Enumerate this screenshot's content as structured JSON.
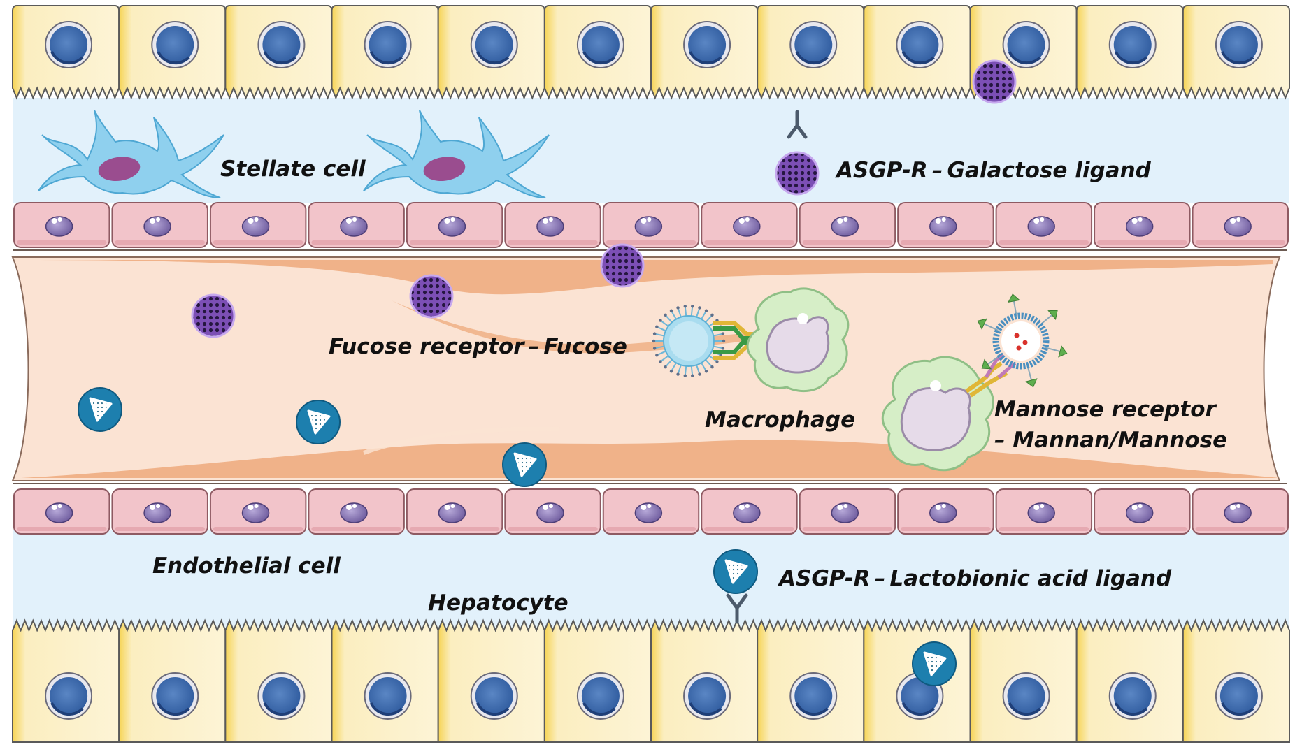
{
  "labels": {
    "stellate_cell": "Stellate cell",
    "asgpr_galactose": "ASGP-R – Galactose ligand",
    "fucose": "Fucose receptor – Fucose",
    "macrophage": "Macrophage",
    "mannose_line1": "Mannose receptor",
    "mannose_line2": "– Mannan/Mannose",
    "endothelial_cell": "Endothelial cell",
    "asgpr_lactobionic": "ASGP-R – Lactobionic acid ligand",
    "hepatocyte": "Hepatocyte"
  },
  "colors": {
    "hepatocyte_fill": "#fbefc0",
    "hepatocyte_edge": "#f0cc3a",
    "nucleus": "#3f6cad",
    "space_of_disse": "#e2f1fb",
    "endothelial_fill": "#f2c4ca",
    "endothelial_nucleus": "#8c7bb2",
    "sinusoid": "#fbe3d3",
    "blood_flow": "#f0b289",
    "stellate": "#8cd0ee",
    "stellate_nucleus": "#9a4d8f",
    "macrophage": "#d6eec7",
    "nanoparticle_purple": "#6e4aa6",
    "nanoparticle_blue": "#1d7fae"
  }
}
